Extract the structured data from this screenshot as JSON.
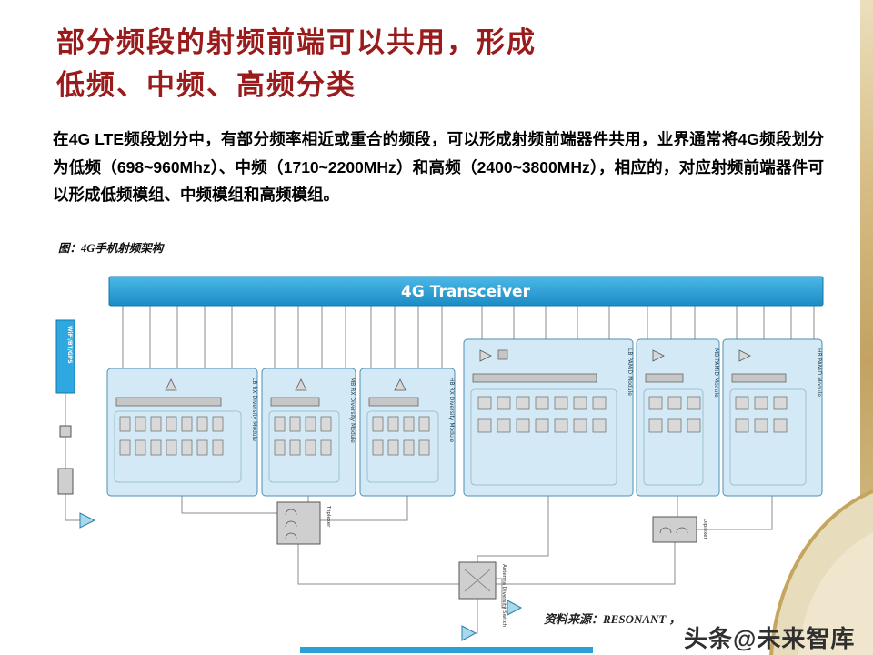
{
  "page": {
    "title1": "部分频段的射频前端可以共用，形成",
    "title2": "低频、中频、高频分类",
    "body": "在4G LTE频段划分中，有部分频率相近或重合的频段，可以形成射频前端器件共用，业界通常将4G频段划分为低频（698~960Mhz）、中频（1710~2200MHz）和高频（2400~3800MHz），相应的，对应射频前端器件可以形成低频模组、中频模组和高频模组。",
    "caption": "图：4G手机射频架构",
    "source": "资料来源：RESONANT ，",
    "watermark": "头条@未来智库"
  },
  "diagram": {
    "transceiver": "4G Transceiver",
    "wifi": "WiFi/BT/GPS",
    "modules": [
      {
        "label": "LB RX Diversity Module"
      },
      {
        "label": "MB RX Diversity Module"
      },
      {
        "label": "HB RX Diversity Module"
      },
      {
        "label": "LB PAMiD Module"
      },
      {
        "label": "MB PAMiD Module"
      },
      {
        "label": "HB PAMiD Module"
      }
    ],
    "triplexer": "Triplexer",
    "diplexer": "Diplexer",
    "antenna_switch": "Antenna Diversity Switch",
    "colors": {
      "transceiver_blue": "#2fa8e1",
      "module_fill": "#d3eaf6",
      "title_red": "#9a1b1b",
      "gold": "#c3a263"
    }
  }
}
